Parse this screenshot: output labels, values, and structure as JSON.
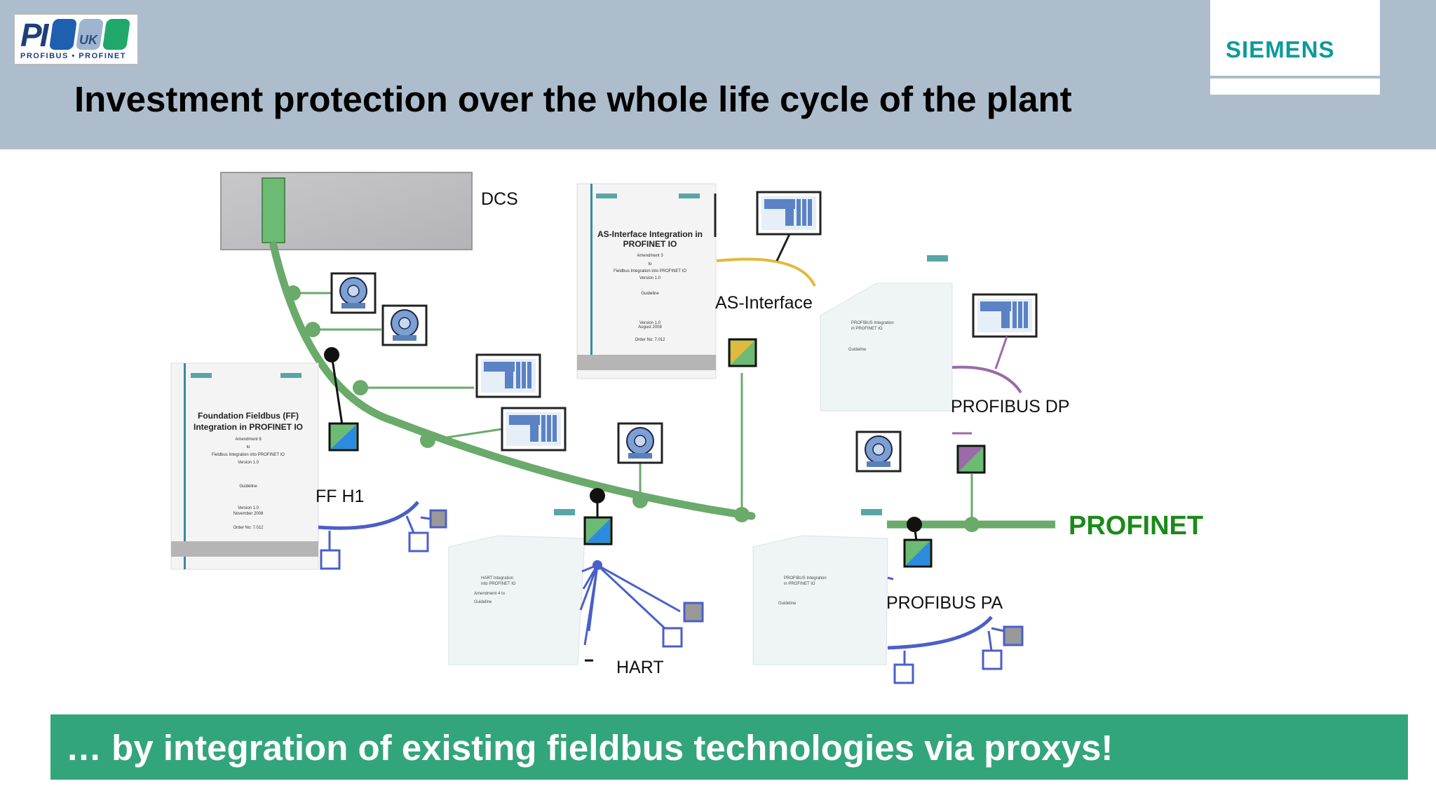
{
  "slide": {
    "title": "Investment protection over the whole life cycle of the plant",
    "banner": "… by integration of existing fieldbus technologies via proxys!",
    "brand": "SIEMENS",
    "logo": {
      "mark": "PI",
      "country": "UK",
      "tagline": "PROFIBUS • PROFINET"
    }
  },
  "labels": {
    "dcs": "DCS",
    "as_interface": "AS-Interface",
    "profibus_dp": "PROFIBUS DP",
    "profinet": "PROFINET",
    "ff_h1": "FF H1",
    "hart": "HART",
    "profibus_pa": "PROFIBUS PA"
  },
  "documents": {
    "ff": {
      "title_line1": "Foundation Fieldbus (FF)",
      "title_line2": "Integration in PROFINET IO",
      "amendment": "Amendment 8",
      "to": "to",
      "subtitle": "Fieldbus Integration into PROFINET IO",
      "version": "Version 1.0",
      "kind": "Guideline",
      "date_version": "Version 1.0",
      "date": "November 2008",
      "order": "Order No: 7.012"
    },
    "asi": {
      "title_line1": "AS-Interface Integration in",
      "title_line2": "PROFINET IO",
      "amendment": "Amendment 3",
      "to": "to",
      "subtitle": "Fieldbus Integration into PROFINET IO",
      "version": "Version 1.0",
      "kind": "Guideline",
      "date_version": "Version 1.0",
      "date": "August 2008",
      "order": "Order No: 7.012"
    }
  },
  "colors": {
    "header": "#adbdcc",
    "banner": "#33a57a",
    "profinet_bus": "#6aaa6a",
    "profinet_text": "#1a8a1a",
    "siemens": "#0d9a9a",
    "fieldbus": "#4a5fc8",
    "as_interface_bus": "#e2b93a",
    "profibus_dp_bus": "#9b6aa8"
  },
  "icons": [
    "controller-rack-icon",
    "motor-icon",
    "proxy-gateway-icon",
    "field-device-icon"
  ]
}
